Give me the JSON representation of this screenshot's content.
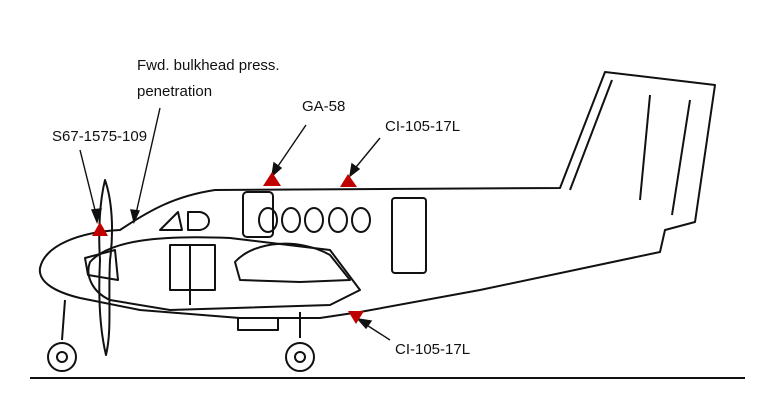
{
  "labels": {
    "fwd_bulkhead_line1": "Fwd. bulkhead press.",
    "fwd_bulkhead_line2": "penetration",
    "propeller_part": "S67-1575-109",
    "top_antenna_1": "GA-58",
    "top_antenna_2": "CI-105-17L",
    "bottom_antenna": "CI-105-17L"
  },
  "colors": {
    "marker": "#c00000",
    "line": "#111111"
  }
}
